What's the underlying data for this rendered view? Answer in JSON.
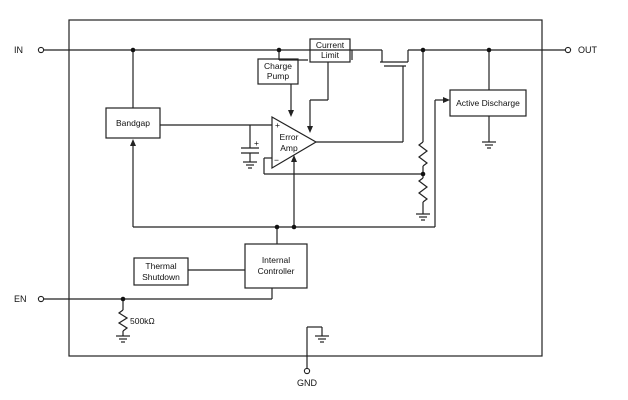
{
  "pins": {
    "in": "IN",
    "out": "OUT",
    "en": "EN",
    "gnd": "GND"
  },
  "blocks": {
    "current_limit": [
      "Current",
      "Limit"
    ],
    "charge_pump": [
      "Charge",
      "Pump"
    ],
    "bandgap": "Bandgap",
    "error_amp": [
      "Error",
      "Amp"
    ],
    "active_discharge": "Active Discharge",
    "internal_controller": [
      "Internal",
      "Controller"
    ],
    "thermal_shutdown": [
      "Thermal",
      "Shutdown"
    ]
  },
  "components": {
    "pulldown_resistor": "500kΩ"
  },
  "amp_signs": {
    "plus": "+",
    "minus": "−",
    "cap_plus": "+"
  }
}
